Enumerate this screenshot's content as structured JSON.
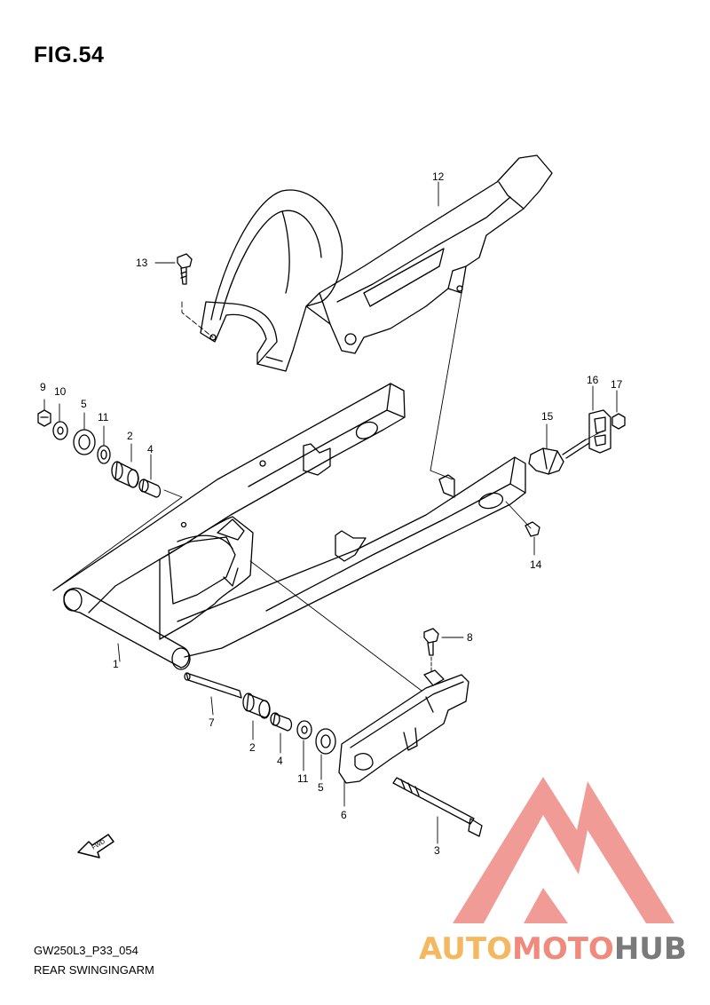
{
  "figure": {
    "title": "FIG.54",
    "code": "GW250L3_P33_054",
    "name": "REAR SWINGINGARM"
  },
  "fwd_badge": "FWD",
  "parts": [
    {
      "id": "1"
    },
    {
      "id": "2"
    },
    {
      "id": "2b",
      "label": "2"
    },
    {
      "id": "3"
    },
    {
      "id": "4"
    },
    {
      "id": "4b",
      "label": "4"
    },
    {
      "id": "5"
    },
    {
      "id": "5b",
      "label": "5"
    },
    {
      "id": "6"
    },
    {
      "id": "7"
    },
    {
      "id": "8"
    },
    {
      "id": "9"
    },
    {
      "id": "10"
    },
    {
      "id": "11"
    },
    {
      "id": "11b",
      "label": "11"
    },
    {
      "id": "12"
    },
    {
      "id": "13"
    },
    {
      "id": "14"
    },
    {
      "id": "15"
    },
    {
      "id": "16"
    },
    {
      "id": "17"
    }
  ],
  "labels": {
    "p1": "1",
    "p2a": "2",
    "p2b": "2",
    "p3": "3",
    "p4a": "4",
    "p4b": "4",
    "p5a": "5",
    "p5b": "5",
    "p6": "6",
    "p7": "7",
    "p8": "8",
    "p9": "9",
    "p10": "10",
    "p11a": "11",
    "p11b": "11",
    "p12": "12",
    "p13": "13",
    "p14": "14",
    "p15": "15",
    "p16": "16",
    "p17": "17"
  },
  "watermark": {
    "part1": "AUTO",
    "part2": "MOTO",
    "part3": "HUB",
    "colors": {
      "auto": "#f4b860",
      "moto": "#ef8a7c",
      "hub": "#7a7a7a",
      "triangle": "#ef8a86"
    }
  }
}
